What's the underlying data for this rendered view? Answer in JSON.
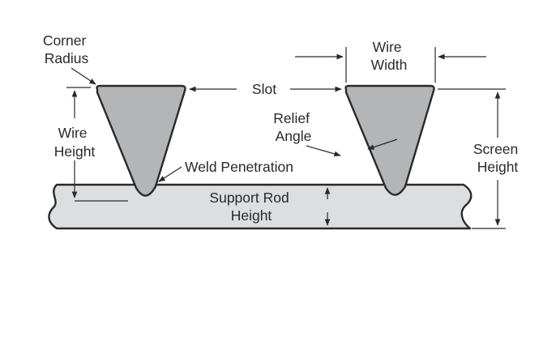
{
  "labels": {
    "corner_radius": [
      "Corner",
      "Radius"
    ],
    "wire_width": [
      "Wire",
      "Width"
    ],
    "slot": "Slot",
    "relief_angle": [
      "Relief",
      "Angle"
    ],
    "wire_height": [
      "Wire",
      "Height"
    ],
    "screen_height": [
      "Screen",
      "Height"
    ],
    "weld_penetration": "Weld Penetration",
    "support_rod_height": [
      "Support Rod",
      "Height"
    ]
  },
  "colors": {
    "wire_fill": "#b3b5b7",
    "rod_fill": "#dcdedf",
    "line": "#2a2a2a",
    "background": "#ffffff"
  }
}
